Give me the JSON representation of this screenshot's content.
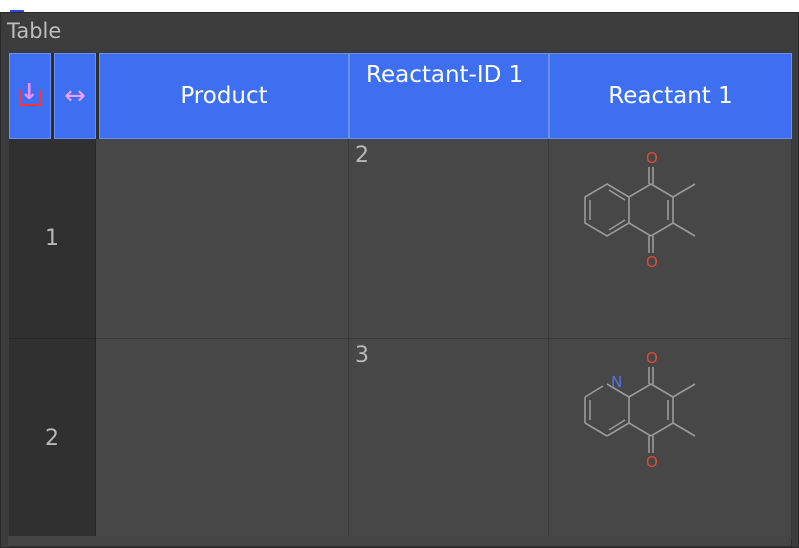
{
  "panel": {
    "title": "Table"
  },
  "header": {
    "sort_icon": "sort-down-icon",
    "expand_icon": "expand-horizontal-icon",
    "columns": [
      "Product",
      "Reactant-ID 1",
      "Reactant 1"
    ]
  },
  "rows": [
    {
      "index": "1",
      "product": "",
      "reactant_id": "2",
      "reactant_structure": "dimethyl-naphthoquinone",
      "atoms": [
        "O",
        "O"
      ]
    },
    {
      "index": "2",
      "product": "",
      "reactant_id": "3",
      "reactant_structure": "dimethyl-quinolinedione",
      "atoms": [
        "N",
        "O",
        "O"
      ]
    }
  ],
  "colors": {
    "header": "#3d6ff0",
    "oxygen": "#e04a3a",
    "nitrogen": "#4f74e6"
  }
}
